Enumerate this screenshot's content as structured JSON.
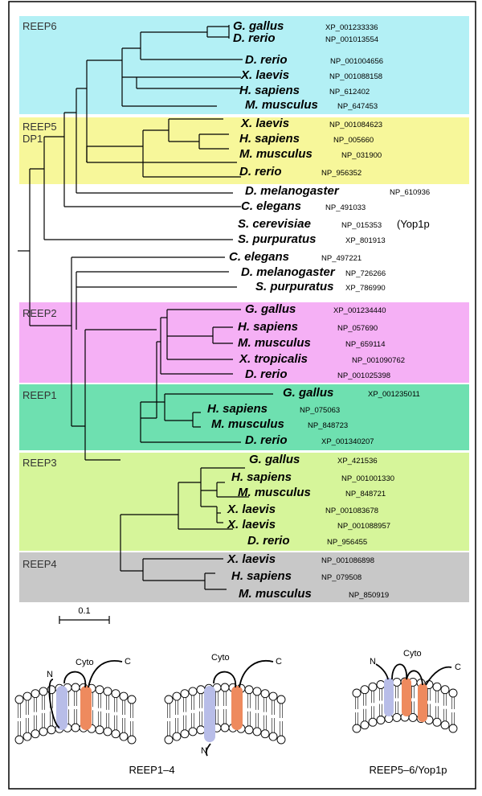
{
  "groups": {
    "reep6": "REEP6",
    "reep5": "REEP5",
    "dp1": "DP1",
    "reep2": "REEP2",
    "reep1": "REEP1",
    "reep3": "REEP3",
    "reep4": "REEP4"
  },
  "leaves": [
    {
      "species": "G. gallus",
      "accession": "XP_001233336"
    },
    {
      "species": "D. rerio",
      "accession": "NP_001013554"
    },
    {
      "species": "D. rerio",
      "accession": "NP_001004656"
    },
    {
      "species": "X. laevis",
      "accession": "NP_001088158"
    },
    {
      "species": "H. sapiens",
      "accession": "NP_612402"
    },
    {
      "species": "M. musculus",
      "accession": "NP_647453"
    },
    {
      "species": "X. laevis",
      "accession": "NP_001084623"
    },
    {
      "species": "H. sapiens",
      "accession": "NP_005660"
    },
    {
      "species": "M. musculus",
      "accession": "NP_031900"
    },
    {
      "species": "D. rerio",
      "accession": "NP_956352"
    },
    {
      "species": "D. melanogaster",
      "accession": "NP_610936"
    },
    {
      "species": "C. elegans",
      "accession": "NP_491033"
    },
    {
      "species": "S. cerevisiae",
      "accession": "NP_015353",
      "note": "(Yop1p"
    },
    {
      "species": "S. purpuratus",
      "accession": "XP_801913"
    },
    {
      "species": "C. elegans",
      "accession": "NP_497221"
    },
    {
      "species": "D. melanogaster",
      "accession": "NP_726266"
    },
    {
      "species": "S. purpuratus",
      "accession": "XP_786990"
    },
    {
      "species": "G. gallus",
      "accession": "XP_001234440"
    },
    {
      "species": "H. sapiens",
      "accession": "NP_057690"
    },
    {
      "species": "M. musculus",
      "accession": "NP_659114"
    },
    {
      "species": "X. tropicalis",
      "accession": "NP_001090762"
    },
    {
      "species": "D. rerio",
      "accession": "NP_001025398"
    },
    {
      "species": "G. gallus",
      "accession": "XP_001235011"
    },
    {
      "species": "H. sapiens",
      "accession": "NP_075063"
    },
    {
      "species": "M. musculus",
      "accession": "NP_848723"
    },
    {
      "species": "D. rerio",
      "accession": "XP_001340207"
    },
    {
      "species": "G. gallus",
      "accession": "XP_421536"
    },
    {
      "species": "H. sapiens",
      "accession": "NP_001001330"
    },
    {
      "species": "M. musculus",
      "accession": "NP_848721"
    },
    {
      "species": "X. laevis",
      "accession": "NP_001083678"
    },
    {
      "species": "X. laevis",
      "accession": "NP_001088957"
    },
    {
      "species": "D. rerio",
      "accession": "NP_956455"
    },
    {
      "species": "X. laevis",
      "accession": "NP_001086898"
    },
    {
      "species": "H. sapiens",
      "accession": "NP_079508"
    },
    {
      "species": "M. musculus",
      "accession": "NP_850919"
    }
  ],
  "scale_bar": "0.1",
  "topology": {
    "cyto": "Cyto",
    "n": "N",
    "c": "C",
    "caption_left": "REEP1–4",
    "caption_right": "REEP5–6/Yop1p"
  },
  "colors": {
    "reep6": "#b3f0f5",
    "reep5": "#f7f79a",
    "reep2": "#f5b0f5",
    "reep1": "#6ee0b0",
    "reep3": "#d6f59a",
    "reep4": "#c8c8c8",
    "helix_blue": "#b8bde8",
    "helix_orange": "#ee8a5e"
  }
}
